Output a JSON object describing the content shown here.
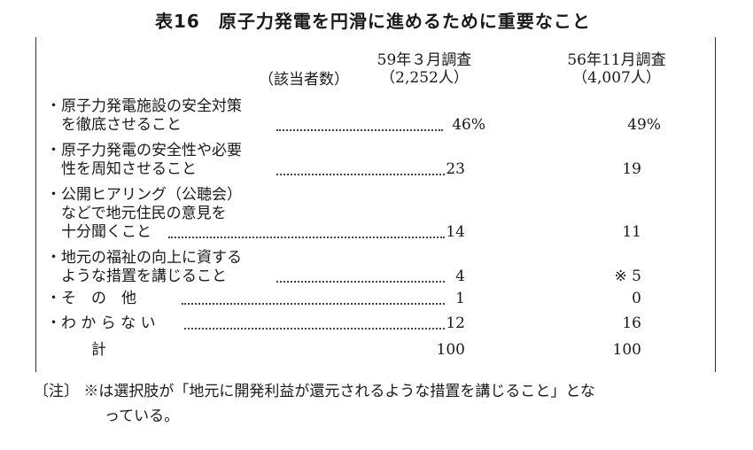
{
  "title": "表16　原子力発電を円滑に進めるために重要なこと",
  "header": {
    "respondents_label": "（該当者数）",
    "survey1_name": "59年３月調査",
    "survey1_count": "（2,252人）",
    "survey2_name": "56年11月調査",
    "survey2_count": "（4,007人）"
  },
  "rows": [
    {
      "lines": [
        "・原子力発電施設の安全対策",
        "　を徹底させること"
      ],
      "v1": "46%",
      "v2": "49%"
    },
    {
      "lines": [
        "・原子力発電の安全性や必要",
        "　性を周知させること"
      ],
      "v1": "23",
      "v2": "19"
    },
    {
      "lines": [
        "・公開ヒアリング（公聴会）",
        "　などで地元住民の意見を",
        "　十分聞くこと"
      ],
      "v1": "14",
      "v2": "11"
    },
    {
      "lines": [
        "・地元の福祉の向上に資する",
        "　ような措置を講じること"
      ],
      "v1": "4",
      "v2": "※ 5"
    },
    {
      "lines": [
        "・そ　の　他"
      ],
      "v1": "1",
      "v2": "0"
    },
    {
      "lines": [
        "・わ か ら な い"
      ],
      "v1": "12",
      "v2": "16"
    },
    {
      "lines": [
        "　　　計"
      ],
      "v1": "100",
      "v2": "100"
    }
  ],
  "note": {
    "line1": "〔注〕 ※は選択肢が「地元に開発利益が還元されるような措置を講じること」とな",
    "line2": "っている。"
  }
}
